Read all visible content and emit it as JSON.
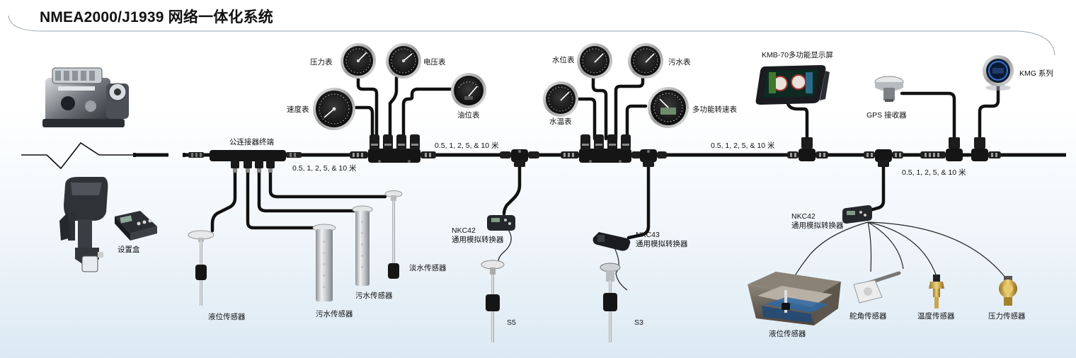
{
  "title": "NMEA2000/J1939 网络一体化系统",
  "cable_lengths": {
    "seg1": "0.5, 1, 2, 5, & 10 米",
    "seg2": "0.5, 1, 2, 5, & 10 米",
    "seg3": "0.5, 1, 2, 5, & 10 米",
    "seg4": "0.5, 1, 2, 5, & 10 米"
  },
  "gauges": {
    "pressure": "压力表",
    "voltage": "电压表",
    "speed": "速度表",
    "fuel": "油位表",
    "water_level": "水位表",
    "waste": "污水表",
    "water_temp": "水温表",
    "tach": "多功能转速表"
  },
  "devices": {
    "terminator": "公连接器终端",
    "setup_box": "设置盒",
    "display": "KMB-70多功能显示屏",
    "gps": "GPS 接收器",
    "kmg": "KMG 系列"
  },
  "converters": {
    "nkc42_a_model": "NKC42",
    "nkc42_a_desc": "通用模拟转换器",
    "nkc43_model": "NKC43",
    "nkc43_desc": "通用模拟转换器",
    "nkc42_b_model": "NKC42",
    "nkc42_b_desc": "通用模拟转换器"
  },
  "sensors": {
    "liquid_1": "液位传感器",
    "waste_1": "污水传感器",
    "waste_2": "污水传感器",
    "fresh_water": "淡水传感器",
    "s5": "S5",
    "s3": "S3",
    "liquid_2": "液位传感器",
    "rudder": "舵角传感器",
    "temp": "温度传感器",
    "pressure": "压力传感器"
  }
}
